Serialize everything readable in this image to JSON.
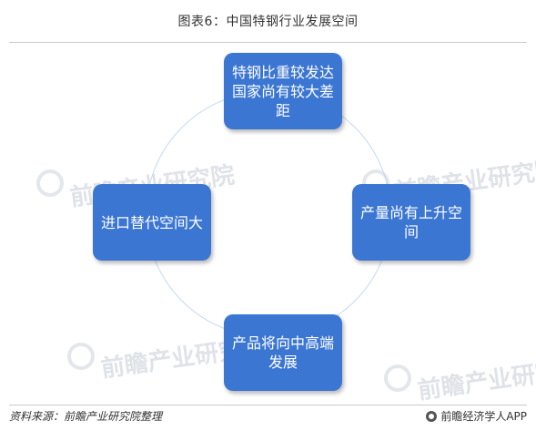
{
  "title": "图表6：中国特钢行业发展空间",
  "nodes": {
    "top": "特钢比重较发达国家尚有较大差距",
    "right": "产量尚有上升空间",
    "bottom": "产品将向中高端发展",
    "left": "进口替代空间大"
  },
  "watermark": "前瞻产业研究院",
  "footer": {
    "source": "资料来源：前瞻产业研究院整理",
    "brand": "前瞻经济学人APP"
  },
  "colors": {
    "node_fill": "#3b76d3",
    "ring": "#c6d9f2"
  }
}
